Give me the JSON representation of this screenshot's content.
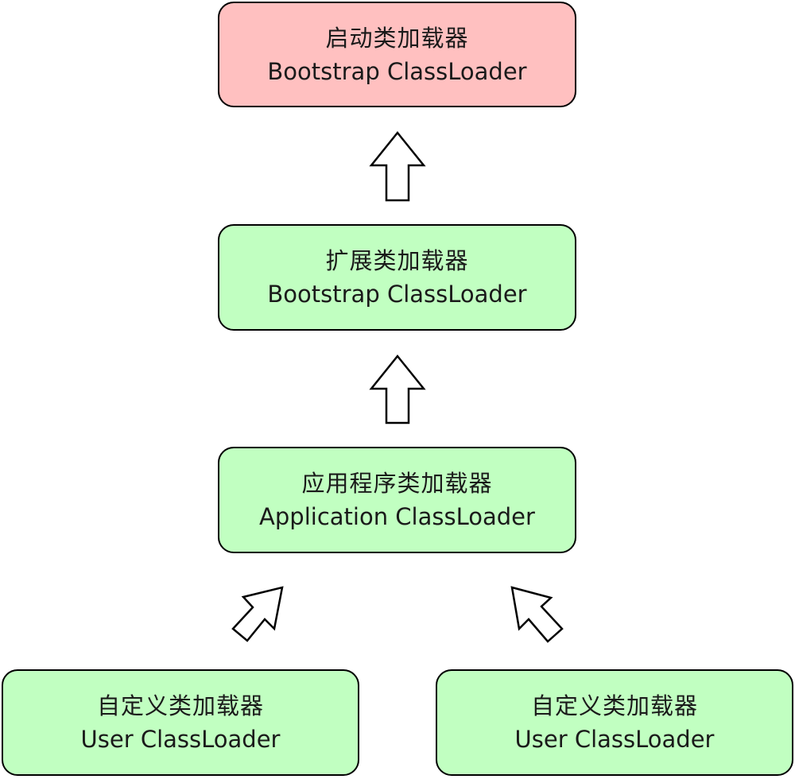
{
  "colors": {
    "root_fill": "#ffc0c0",
    "node_fill": "#c1ffc1",
    "border": "#000000"
  },
  "nodes": {
    "bootstrap": {
      "title": "启动类加载器",
      "subtitle": "Bootstrap ClassLoader"
    },
    "extension": {
      "title": "扩展类加载器",
      "subtitle": "Bootstrap ClassLoader"
    },
    "application": {
      "title": "应用程序类加载器",
      "subtitle": "Application ClassLoader"
    },
    "user_left": {
      "title": "自定义类加载器",
      "subtitle": "User ClassLoader"
    },
    "user_right": {
      "title": "自定义类加载器",
      "subtitle": "User ClassLoader"
    }
  },
  "edges": [
    {
      "from": "extension",
      "to": "bootstrap"
    },
    {
      "from": "application",
      "to": "extension"
    },
    {
      "from": "user_left",
      "to": "application"
    },
    {
      "from": "user_right",
      "to": "application"
    }
  ]
}
